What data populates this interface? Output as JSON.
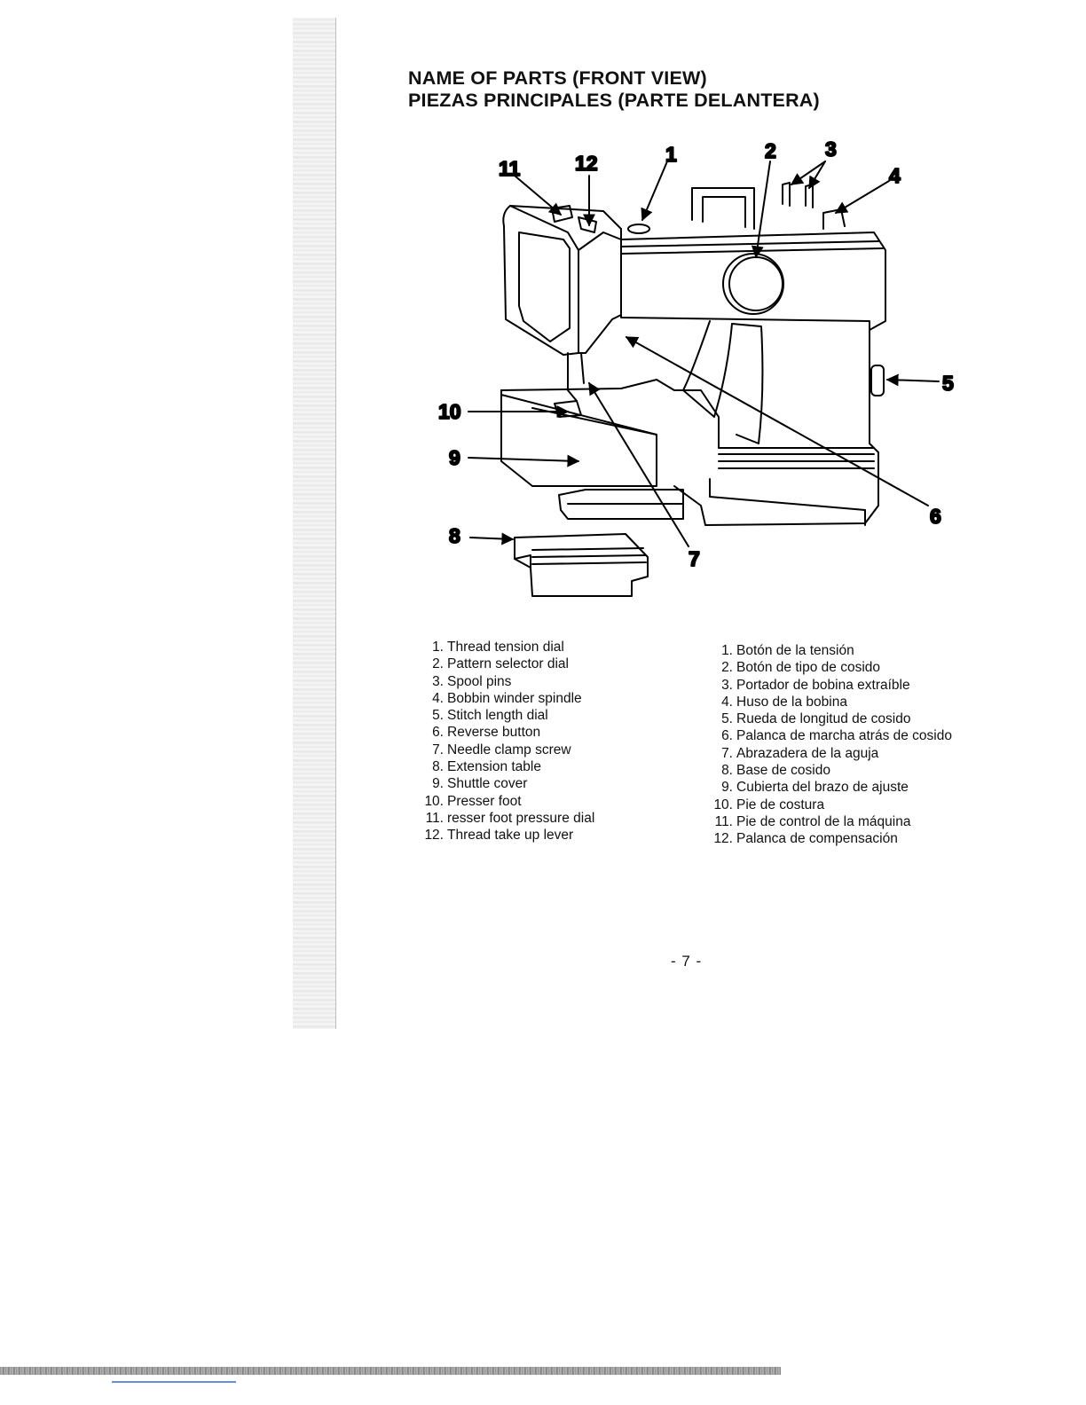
{
  "heading": {
    "line1": "NAME OF PARTS (FRONT VIEW)",
    "line2": "PIEZAS PRINCIPALES (PARTE DELANTERA)"
  },
  "diagram": {
    "callouts": [
      "1",
      "2",
      "3",
      "4",
      "5",
      "6",
      "7",
      "8",
      "9",
      "10",
      "11",
      "12"
    ]
  },
  "parts_en": [
    {
      "num": "1.",
      "label": "Thread tension dial"
    },
    {
      "num": "2.",
      "label": "Pattern selector dial"
    },
    {
      "num": "3.",
      "label": "Spool pins"
    },
    {
      "num": "4.",
      "label": "Bobbin winder spindle"
    },
    {
      "num": "5.",
      "label": "Stitch length dial"
    },
    {
      "num": "6.",
      "label": "Reverse button"
    },
    {
      "num": "7.",
      "label": "Needle clamp screw"
    },
    {
      "num": "8.",
      "label": "Extension table"
    },
    {
      "num": "9.",
      "label": "Shuttle cover"
    },
    {
      "num": "10.",
      "label": "Presser foot"
    },
    {
      "num": "11.",
      "label": "resser foot pressure dial"
    },
    {
      "num": "12.",
      "label": "Thread take up lever"
    }
  ],
  "parts_es": [
    {
      "num": "1.",
      "label": "Botón de la tensión"
    },
    {
      "num": "2.",
      "label": "Botón de tipo de cosido"
    },
    {
      "num": "3.",
      "label": "Portador de bobina extraíble"
    },
    {
      "num": "4.",
      "label": "Huso de la bobina"
    },
    {
      "num": "5.",
      "label": "Rueda de longitud de cosido"
    },
    {
      "num": "6.",
      "label": "Palanca de marcha atrás de cosido"
    },
    {
      "num": "7.",
      "label": "Abrazadera de la aguja"
    },
    {
      "num": "8.",
      "label": "Base de cosido"
    },
    {
      "num": "9.",
      "label": "Cubierta del brazo de ajuste"
    },
    {
      "num": "10.",
      "label": "Pie de costura"
    },
    {
      "num": "11.",
      "label": "Pie de control de la máquina"
    },
    {
      "num": "12.",
      "label": "Palanca de compensación"
    }
  ],
  "page_number": "- 7 -"
}
